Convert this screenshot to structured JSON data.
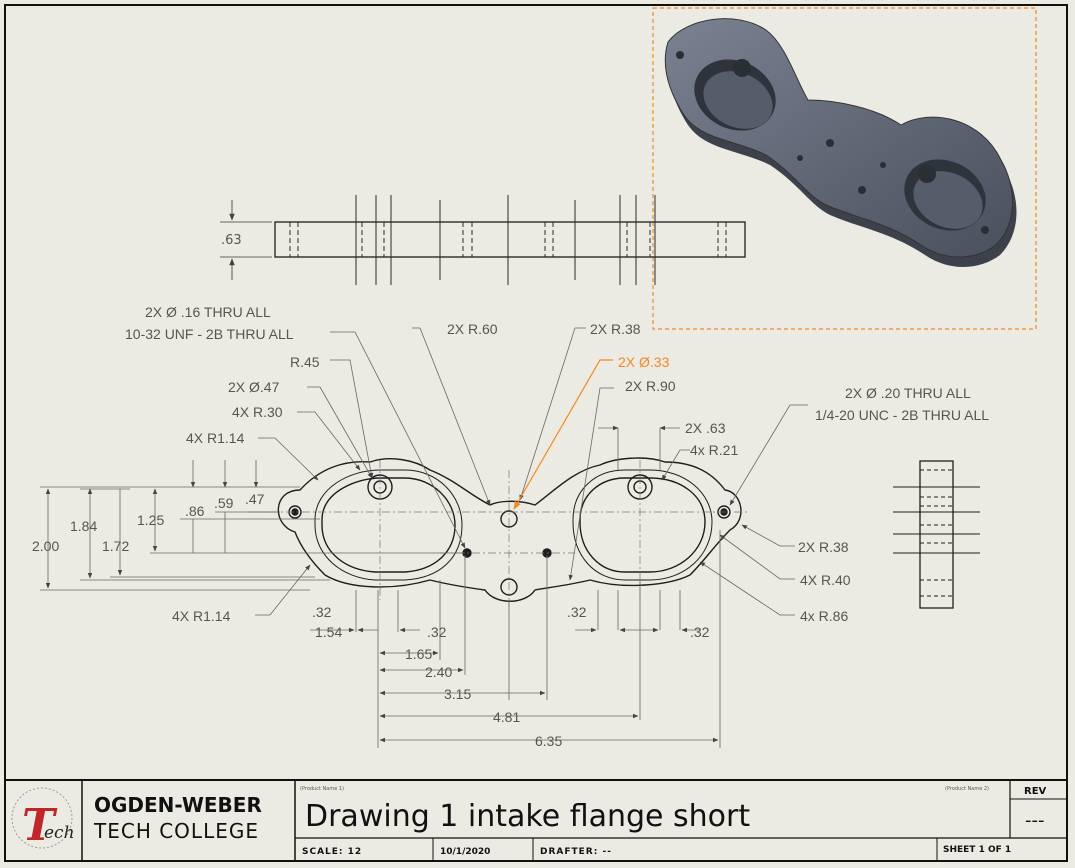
{
  "colors": {
    "paper": "#ecebe3",
    "line": "#2a2a2a",
    "dim": "#5a5a5a",
    "highlight": "#f08a24",
    "part": "#5f6675",
    "brand_red": "#c0272d"
  },
  "top_view": {
    "thickness": ".63"
  },
  "callouts": {
    "c1a": "2X  Ø .16 THRU ALL",
    "c1b": "10-32 UNF - 2B THRU ALL",
    "c2": "2X R.60",
    "c3": "2X R.38",
    "c4": "2X  Ø.33",
    "c5": "2X R.90",
    "c6": "R.45",
    "c7": "2X  Ø.47",
    "c8": "4X R.30",
    "c9": "4X R1.14",
    "c10a": "2X  Ø .20 THRU ALL",
    "c10b": "1/4-20 UNC - 2B THRU ALL",
    "c11": "2X .63",
    "c12": "4x R.21",
    "c13": "2X R.38",
    "c14": "4X R.40",
    "c15": "4x R.86",
    "c16": "4X R1.14"
  },
  "dims_vertical": {
    "d200": "2.00",
    "d184": "1.84",
    "d125": "1.25",
    "d172": "1.72",
    "d86": ".86",
    "d59": ".59",
    "d47": ".47"
  },
  "dims_horizontal": {
    "h32a": ".32",
    "h154": "1.54",
    "h32b": ".32",
    "h165": "1.65",
    "h240": "2.40",
    "h315": "3.15",
    "h481": "4.81",
    "h635": "6.35",
    "h32c": ".32",
    "h32d": ".32"
  },
  "title_block": {
    "school_line1": "OGDEN-WEBER",
    "school_line2": "TECH COLLEGE",
    "logo_letter": "T",
    "logo_sub": "ech",
    "tiny_left": "(Product Name 1)",
    "tiny_right": "(Product Name 2)",
    "drawing_title": "Drawing 1 intake flange short",
    "rev_label": "REV",
    "rev_value": "---",
    "scale": "SCALE: 12",
    "date": "10/1/2020",
    "drafter": "DRAFTER: --",
    "sheet": "SHEET 1 OF 1"
  }
}
